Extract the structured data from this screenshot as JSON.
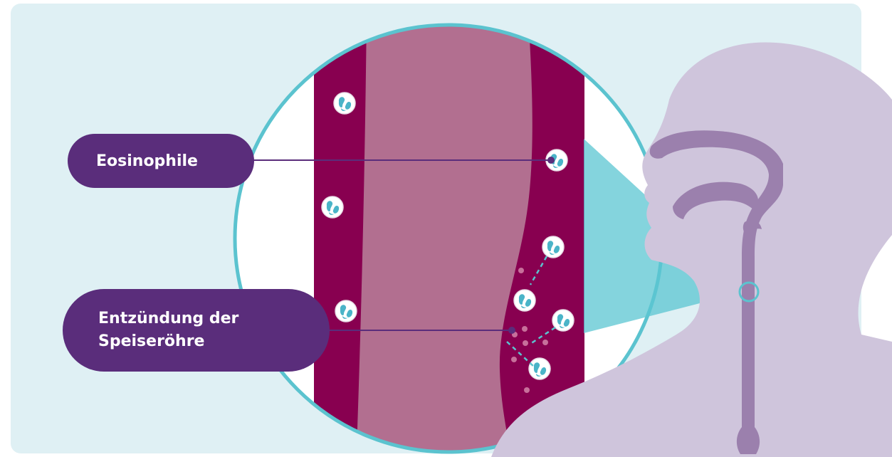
{
  "labels": {
    "eosinophile": "Eosinophile",
    "inflammation_line1": "Entzündung der",
    "inflammation_line2": "Speiseröhre"
  },
  "colors": {
    "background_panel": "#dff0f4",
    "esophagus_wall": "#880050",
    "esophagus_lumen": "#b26f90",
    "magnifier_ring": "#5bc3cf",
    "cone": "#5bc6d2",
    "head_silhouette": "#cfc5dc",
    "airway": "#9b80ad",
    "label_pill": "#5a2d7b",
    "cell_fill": "#ffffff",
    "cell_nucleus": "#4ab4c8",
    "inflammation_dot": "#c7709b"
  },
  "icons": [
    "eosinophil-cell-icon",
    "inflammation-dot-icon",
    "head-silhouette-icon"
  ]
}
